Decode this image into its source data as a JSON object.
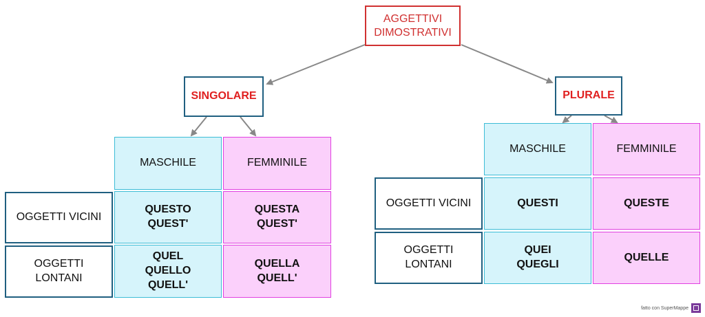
{
  "root": {
    "label": "AGGETTIVI\nDIMOSTRATIVI"
  },
  "singolare": {
    "label": "SINGOLARE",
    "header_masc": "MASCHILE",
    "header_fem": "FEMMINILE",
    "row_vicini": "OGGETTI VICINI",
    "row_lontani": "OGGETTI\nLONTANI",
    "vicini_masc": "QUESTO\nQUEST'",
    "vicini_fem": "QUESTA\nQUEST'",
    "lontani_masc": "QUEL\nQUELLO\nQUELL'",
    "lontani_fem": "QUELLA\nQUELL'"
  },
  "plurale": {
    "label": "PLURALE",
    "header_masc": "MASCHILE",
    "header_fem": "FEMMINILE",
    "row_vicini": "OGGETTI VICINI",
    "row_lontani": "OGGETTI\nLONTANI",
    "vicini_masc": "QUESTI",
    "vicini_fem": "QUESTE",
    "lontani_masc": "QUEI\nQUEGLI",
    "lontani_fem": "QUELLE"
  },
  "footer": {
    "credit": "fatto con SuperMappe"
  },
  "colors": {
    "root_border": "#d03030",
    "category_text": "#e02020",
    "maschile": "#d6f4fb",
    "femminile": "#fbd0fb"
  }
}
